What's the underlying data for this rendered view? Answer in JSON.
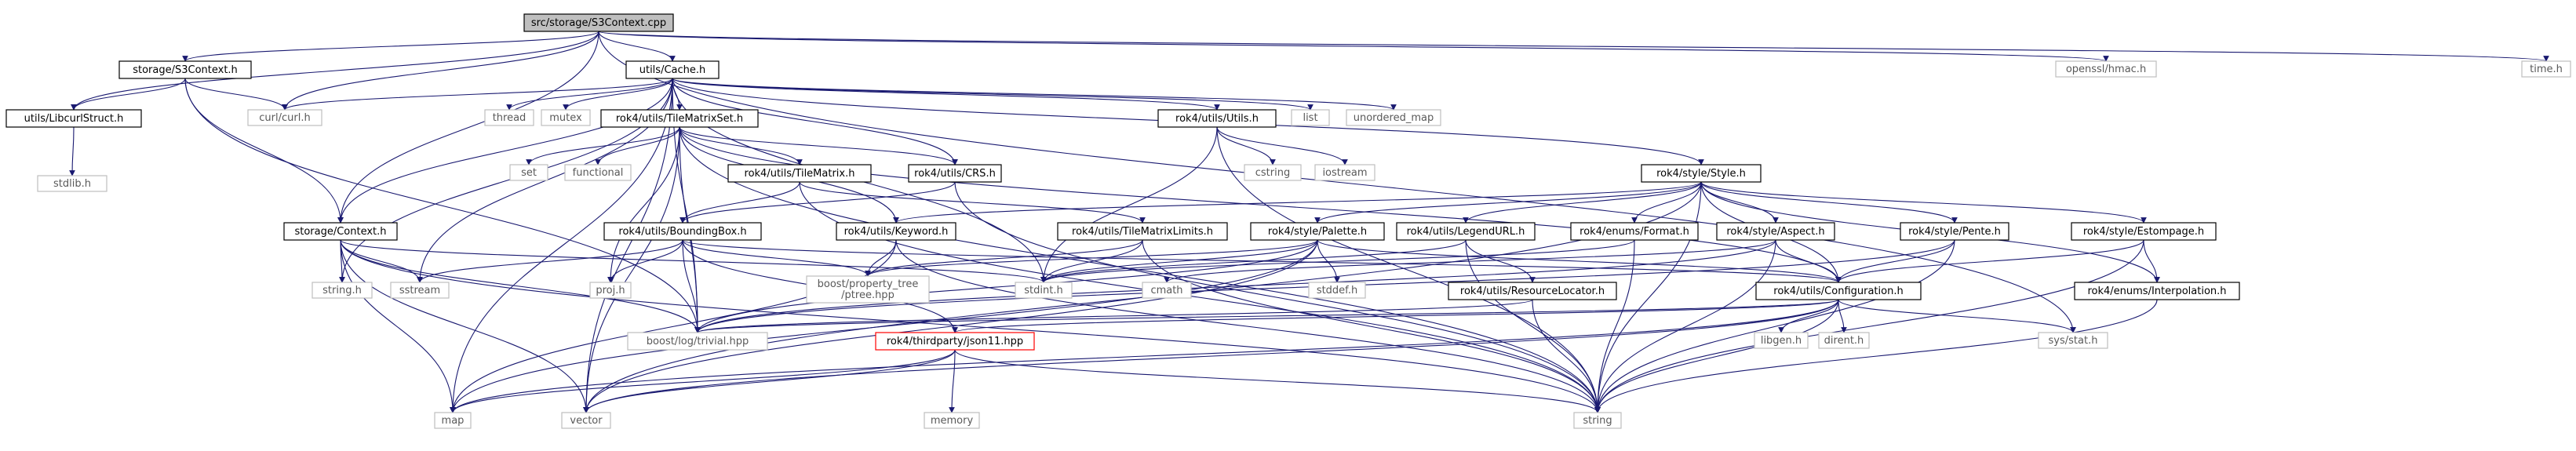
{
  "diagram": {
    "type": "include-dependency-graph",
    "nodes": [
      {
        "id": "root",
        "label": "src/storage/S3Context.cpp",
        "kind": "root"
      },
      {
        "id": "s3ctx",
        "label": "storage/S3Context.h",
        "kind": "file"
      },
      {
        "id": "libcurl",
        "label": "utils/LibcurlStruct.h",
        "kind": "file"
      },
      {
        "id": "stdlib",
        "label": "stdlib.h",
        "kind": "ext"
      },
      {
        "id": "curl",
        "label": "curl/curl.h",
        "kind": "ext"
      },
      {
        "id": "cache",
        "label": "utils/Cache.h",
        "kind": "file"
      },
      {
        "id": "openssl",
        "label": "openssl/hmac.h",
        "kind": "ext"
      },
      {
        "id": "time",
        "label": "time.h",
        "kind": "ext"
      },
      {
        "id": "thread",
        "label": "thread",
        "kind": "ext"
      },
      {
        "id": "mutex",
        "label": "mutex",
        "kind": "ext"
      },
      {
        "id": "tms",
        "label": "rok4/utils/TileMatrixSet.h",
        "kind": "file"
      },
      {
        "id": "utils",
        "label": "rok4/utils/Utils.h",
        "kind": "file"
      },
      {
        "id": "list",
        "label": "list",
        "kind": "ext"
      },
      {
        "id": "umap",
        "label": "unordered_map",
        "kind": "ext"
      },
      {
        "id": "set",
        "label": "set",
        "kind": "ext"
      },
      {
        "id": "functional",
        "label": "functional",
        "kind": "ext"
      },
      {
        "id": "tm",
        "label": "rok4/utils/TileMatrix.h",
        "kind": "file"
      },
      {
        "id": "crs",
        "label": "rok4/utils/CRS.h",
        "kind": "file"
      },
      {
        "id": "cstring",
        "label": "cstring",
        "kind": "ext"
      },
      {
        "id": "iostream",
        "label": "iostream",
        "kind": "ext"
      },
      {
        "id": "style",
        "label": "rok4/style/Style.h",
        "kind": "file"
      },
      {
        "id": "context",
        "label": "storage/Context.h",
        "kind": "file"
      },
      {
        "id": "bbox",
        "label": "rok4/utils/BoundingBox.h",
        "kind": "file"
      },
      {
        "id": "keyword",
        "label": "rok4/utils/Keyword.h",
        "kind": "file"
      },
      {
        "id": "tml",
        "label": "rok4/utils/TileMatrixLimits.h",
        "kind": "file"
      },
      {
        "id": "palette",
        "label": "rok4/style/Palette.h",
        "kind": "file"
      },
      {
        "id": "legend",
        "label": "rok4/utils/LegendURL.h",
        "kind": "file"
      },
      {
        "id": "format",
        "label": "rok4/enums/Format.h",
        "kind": "file"
      },
      {
        "id": "aspect",
        "label": "rok4/style/Aspect.h",
        "kind": "file"
      },
      {
        "id": "pente",
        "label": "rok4/style/Pente.h",
        "kind": "file"
      },
      {
        "id": "estompage",
        "label": "rok4/style/Estompage.h",
        "kind": "file"
      },
      {
        "id": "stringh",
        "label": "string.h",
        "kind": "ext"
      },
      {
        "id": "sstream",
        "label": "sstream",
        "kind": "ext"
      },
      {
        "id": "proj",
        "label": "proj.h",
        "kind": "ext"
      },
      {
        "id": "ptree",
        "label": "boost/property_tree\n/ptree.hpp",
        "kind": "ext"
      },
      {
        "id": "stdint",
        "label": "stdint.h",
        "kind": "ext"
      },
      {
        "id": "cmath",
        "label": "cmath",
        "kind": "ext"
      },
      {
        "id": "stddef",
        "label": "stddef.h",
        "kind": "ext"
      },
      {
        "id": "resloc",
        "label": "rok4/utils/ResourceLocator.h",
        "kind": "file"
      },
      {
        "id": "config",
        "label": "rok4/utils/Configuration.h",
        "kind": "file"
      },
      {
        "id": "interp",
        "label": "rok4/enums/Interpolation.h",
        "kind": "file"
      },
      {
        "id": "trivial",
        "label": "boost/log/trivial.hpp",
        "kind": "ext"
      },
      {
        "id": "json11",
        "label": "rok4/thirdparty/json11.hpp",
        "kind": "missing"
      },
      {
        "id": "libgen",
        "label": "libgen.h",
        "kind": "ext"
      },
      {
        "id": "dirent",
        "label": "dirent.h",
        "kind": "ext"
      },
      {
        "id": "sysstat",
        "label": "sys/stat.h",
        "kind": "ext"
      },
      {
        "id": "map",
        "label": "map",
        "kind": "ext"
      },
      {
        "id": "vector",
        "label": "vector",
        "kind": "ext"
      },
      {
        "id": "memory",
        "label": "memory",
        "kind": "ext"
      },
      {
        "id": "string",
        "label": "string",
        "kind": "ext"
      }
    ],
    "edges": [
      [
        "root",
        "s3ctx"
      ],
      [
        "root",
        "libcurl"
      ],
      [
        "root",
        "curl"
      ],
      [
        "root",
        "cache"
      ],
      [
        "root",
        "context"
      ],
      [
        "root",
        "openssl"
      ],
      [
        "root",
        "time"
      ],
      [
        "root",
        "sysstat"
      ],
      [
        "s3ctx",
        "libcurl"
      ],
      [
        "s3ctx",
        "curl"
      ],
      [
        "s3ctx",
        "context"
      ],
      [
        "s3ctx",
        "trivial"
      ],
      [
        "libcurl",
        "stdlib"
      ],
      [
        "cache",
        "thread"
      ],
      [
        "cache",
        "mutex"
      ],
      [
        "cache",
        "curl"
      ],
      [
        "cache",
        "tms"
      ],
      [
        "cache",
        "utils"
      ],
      [
        "cache",
        "list"
      ],
      [
        "cache",
        "umap"
      ],
      [
        "cache",
        "style"
      ],
      [
        "cache",
        "crs"
      ],
      [
        "cache",
        "context"
      ],
      [
        "cache",
        "map"
      ],
      [
        "cache",
        "vector"
      ],
      [
        "cache",
        "sstream"
      ],
      [
        "cache",
        "stringh"
      ],
      [
        "cache",
        "trivial"
      ],
      [
        "cache",
        "stdint"
      ],
      [
        "tms",
        "set"
      ],
      [
        "tms",
        "functional"
      ],
      [
        "tms",
        "tm"
      ],
      [
        "tms",
        "crs"
      ],
      [
        "tms",
        "keyword"
      ],
      [
        "tms",
        "vector"
      ],
      [
        "tms",
        "string"
      ],
      [
        "tms",
        "proj"
      ],
      [
        "tms",
        "trivial"
      ],
      [
        "tms",
        "config"
      ],
      [
        "utils",
        "cstring"
      ],
      [
        "utils",
        "iostream"
      ],
      [
        "utils",
        "stdint"
      ],
      [
        "utils",
        "string"
      ],
      [
        "tm",
        "bbox"
      ],
      [
        "tm",
        "tml"
      ],
      [
        "tm",
        "string"
      ],
      [
        "crs",
        "bbox"
      ],
      [
        "crs",
        "string"
      ],
      [
        "style",
        "keyword"
      ],
      [
        "style",
        "palette"
      ],
      [
        "style",
        "legend"
      ],
      [
        "style",
        "format"
      ],
      [
        "style",
        "aspect"
      ],
      [
        "style",
        "pente"
      ],
      [
        "style",
        "estompage"
      ],
      [
        "style",
        "interp"
      ],
      [
        "style",
        "config"
      ],
      [
        "style",
        "string"
      ],
      [
        "style",
        "vector"
      ],
      [
        "context",
        "stringh"
      ],
      [
        "context",
        "sstream"
      ],
      [
        "context",
        "trivial"
      ],
      [
        "context",
        "map"
      ],
      [
        "context",
        "vector"
      ],
      [
        "context",
        "string"
      ],
      [
        "context",
        "stdint"
      ],
      [
        "bbox",
        "sstream"
      ],
      [
        "bbox",
        "proj"
      ],
      [
        "bbox",
        "trivial"
      ],
      [
        "bbox",
        "json11"
      ],
      [
        "bbox",
        "config"
      ],
      [
        "bbox",
        "ptree"
      ],
      [
        "keyword",
        "ptree"
      ],
      [
        "keyword",
        "string"
      ],
      [
        "keyword",
        "map"
      ],
      [
        "tml",
        "stdint"
      ],
      [
        "tml",
        "string"
      ],
      [
        "tml",
        "ptree"
      ],
      [
        "palette",
        "stdint"
      ],
      [
        "palette",
        "ptree"
      ],
      [
        "palette",
        "stddef"
      ],
      [
        "palette",
        "config"
      ],
      [
        "palette",
        "trivial"
      ],
      [
        "palette",
        "map"
      ],
      [
        "palette",
        "vector"
      ],
      [
        "legend",
        "resloc"
      ],
      [
        "legend",
        "string"
      ],
      [
        "legend",
        "stdint"
      ],
      [
        "format",
        "string"
      ],
      [
        "format",
        "stdint"
      ],
      [
        "aspect",
        "cmath"
      ],
      [
        "aspect",
        "config"
      ],
      [
        "aspect",
        "string"
      ],
      [
        "aspect",
        "trivial"
      ],
      [
        "pente",
        "config"
      ],
      [
        "pente",
        "string"
      ],
      [
        "pente",
        "trivial"
      ],
      [
        "estompage",
        "config"
      ],
      [
        "estompage",
        "interp"
      ],
      [
        "estompage",
        "string"
      ],
      [
        "resloc",
        "string"
      ],
      [
        "resloc",
        "trivial"
      ],
      [
        "config",
        "trivial"
      ],
      [
        "config",
        "json11"
      ],
      [
        "config",
        "libgen"
      ],
      [
        "config",
        "dirent"
      ],
      [
        "config",
        "sysstat"
      ],
      [
        "config",
        "string"
      ],
      [
        "config",
        "map"
      ],
      [
        "config",
        "vector"
      ],
      [
        "interp",
        "string"
      ],
      [
        "json11",
        "memory"
      ],
      [
        "json11",
        "string"
      ],
      [
        "json11",
        "map"
      ],
      [
        "json11",
        "vector"
      ]
    ]
  }
}
